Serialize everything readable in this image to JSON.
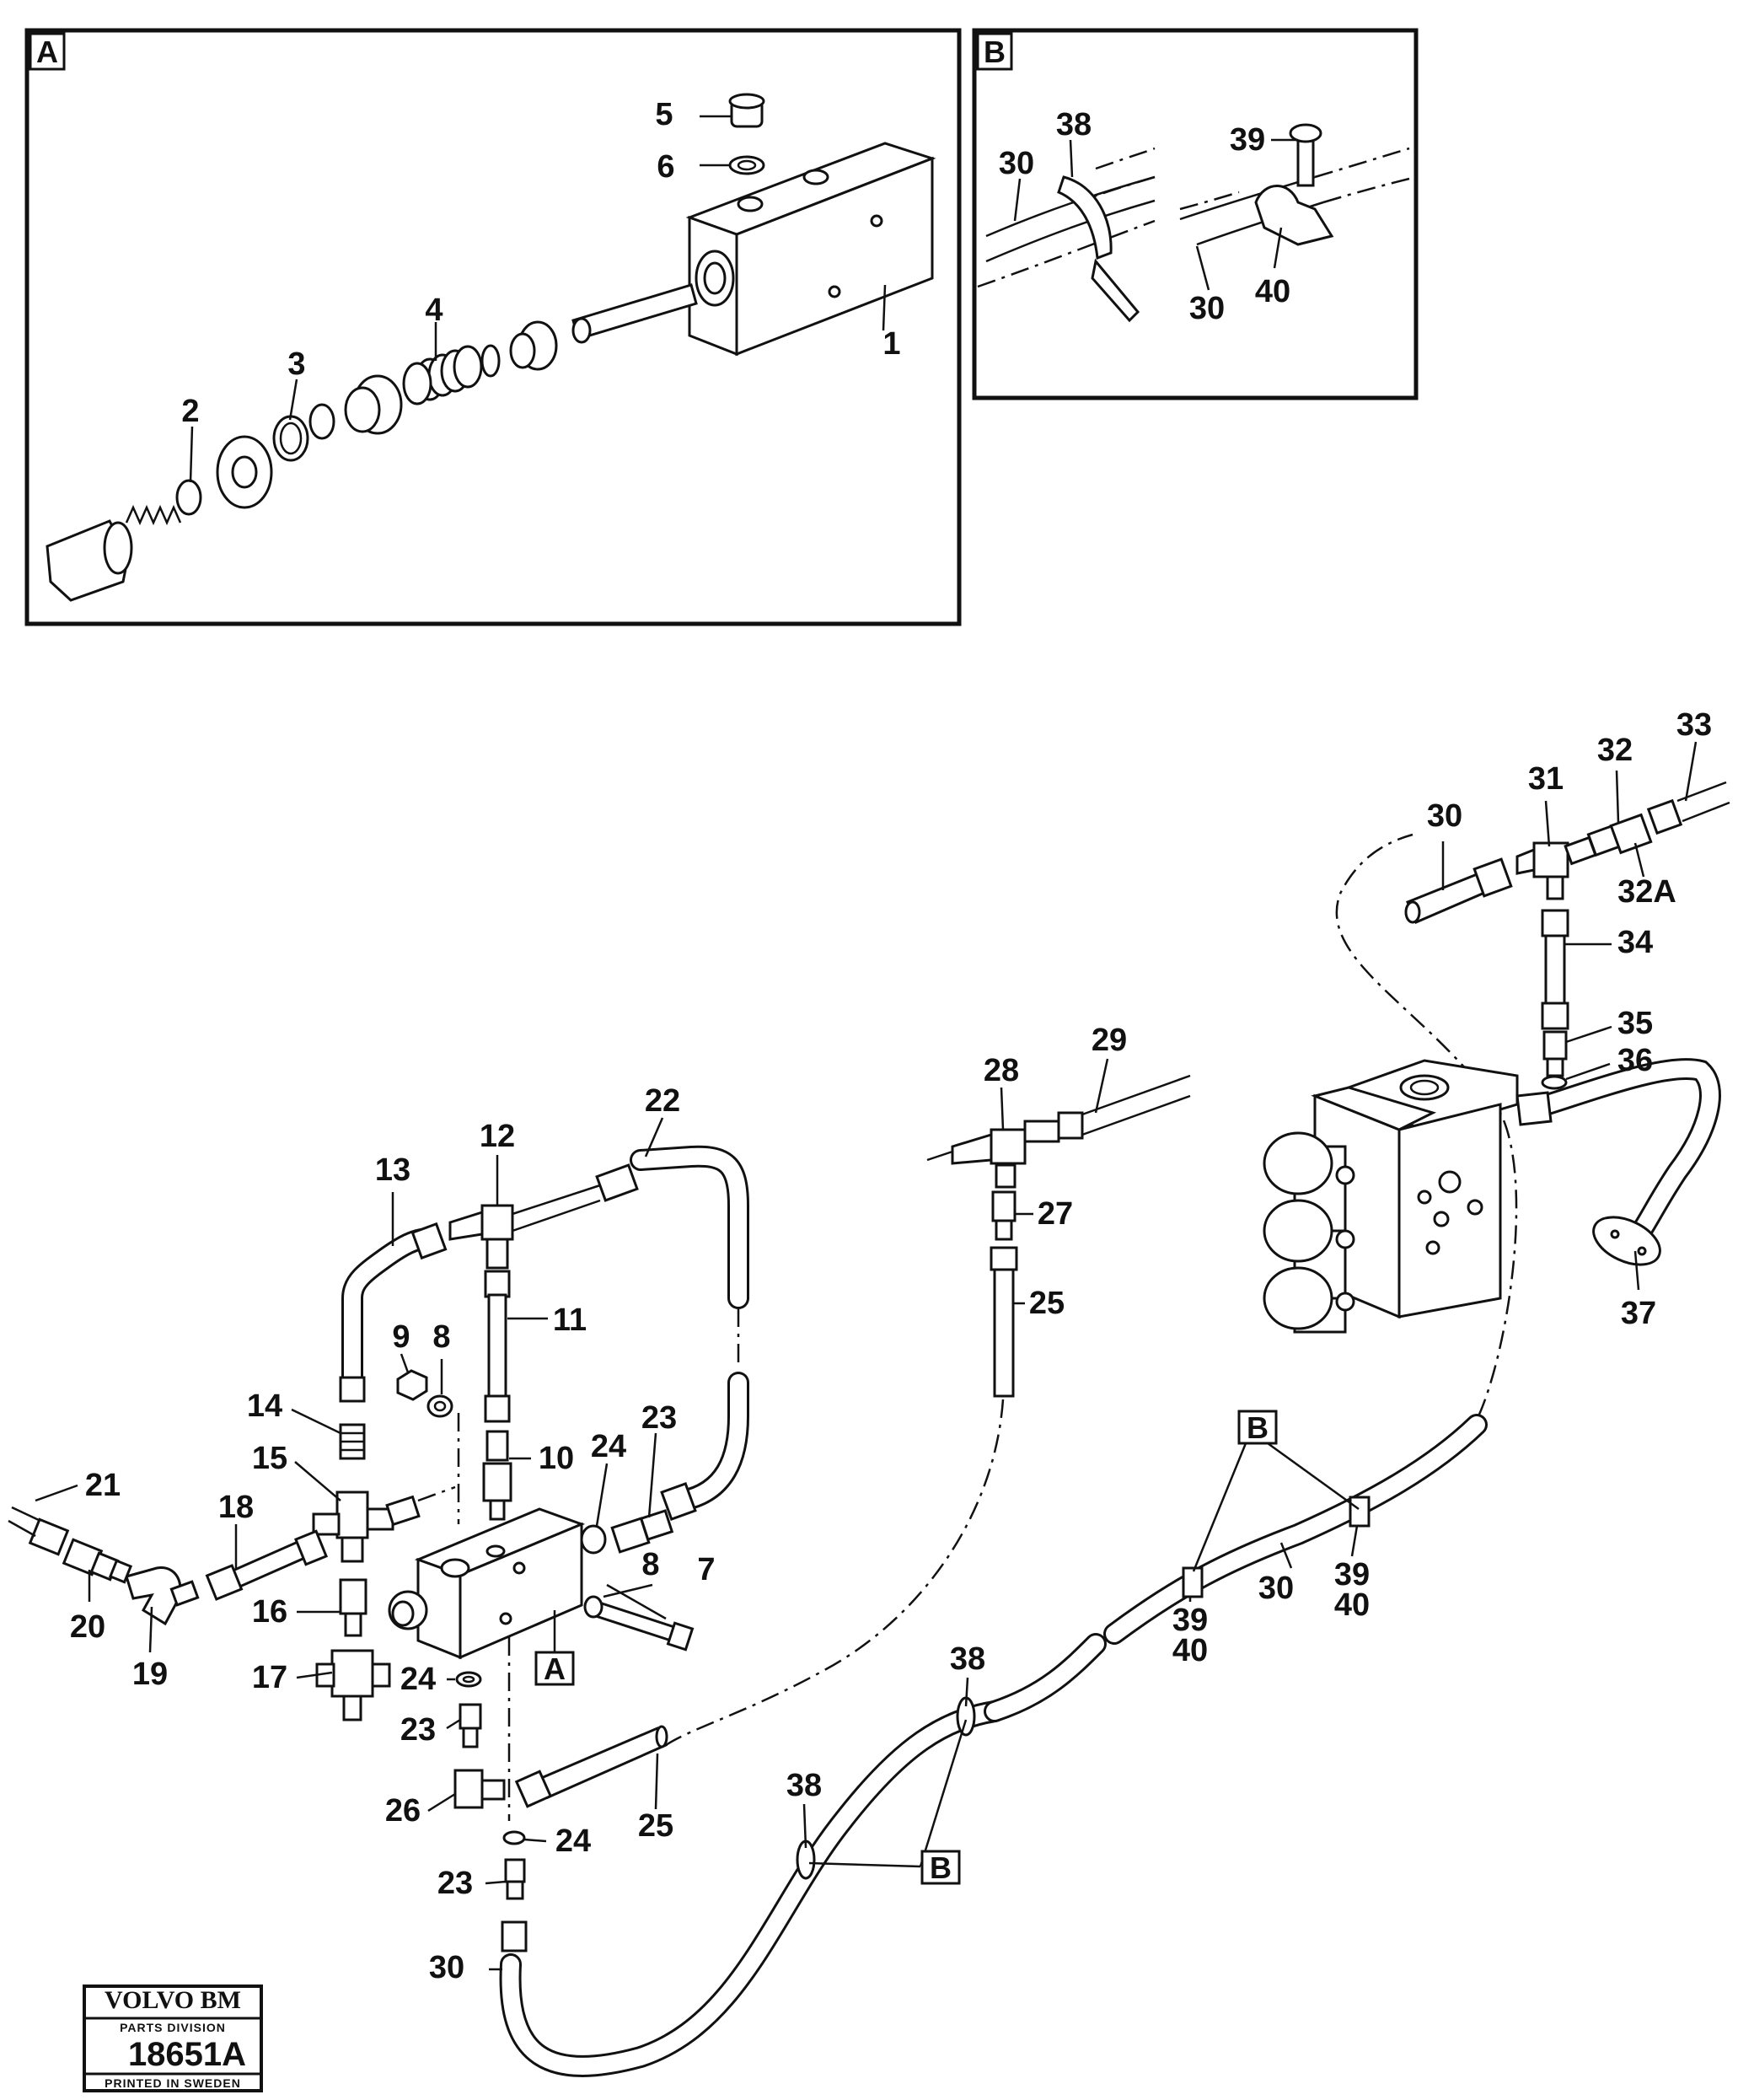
{
  "detail_a": {
    "tag": "A",
    "labels": [
      "1",
      "2",
      "3",
      "4",
      "5",
      "6"
    ]
  },
  "detail_b": {
    "tag": "B",
    "labels": [
      "38",
      "30",
      "39",
      "30",
      "40"
    ]
  },
  "callout_tags": [
    "A",
    "B",
    "B"
  ],
  "main_labels": {
    "n7": "7",
    "n8a": "8",
    "n8b": "8",
    "n9": "9",
    "n10": "10",
    "n11": "11",
    "n12": "12",
    "n13": "13",
    "n14": "14",
    "n15": "15",
    "n16": "16",
    "n17": "17",
    "n18": "18",
    "n19": "19",
    "n20": "20",
    "n21": "21",
    "n22": "22",
    "n23a": "23",
    "n23b": "23",
    "n23c": "23",
    "n24a": "24",
    "n24b": "24",
    "n24c": "24",
    "n25a": "25",
    "n25b": "25",
    "n26": "26",
    "n27": "27",
    "n28": "28",
    "n29": "29",
    "n30a": "30",
    "n30b": "30",
    "n30c": "30",
    "n31": "31",
    "n32": "32",
    "n32a": "32A",
    "n33": "33",
    "n34": "34",
    "n35": "35",
    "n36": "36",
    "n37": "37",
    "n38a": "38",
    "n38b": "38",
    "n39a": "39",
    "n39b": "39",
    "n40a": "40",
    "n40b": "40"
  },
  "stamp": {
    "brand": "VOLVO BM",
    "division": "PARTS DIVISION",
    "number": "18651A",
    "printed": "PRINTED IN SWEDEN"
  }
}
